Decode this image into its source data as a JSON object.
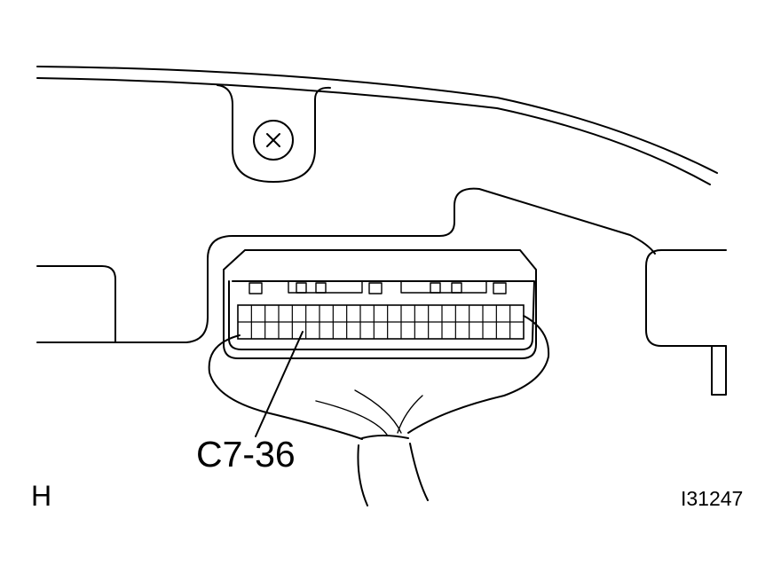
{
  "diagram": {
    "callout_label": "C7-36",
    "view_letter": "H",
    "figure_id": "I31247",
    "connector_pins_per_row": 21,
    "connector_rows": 2,
    "colors": {
      "line": "#000000",
      "background": "#ffffff"
    }
  }
}
